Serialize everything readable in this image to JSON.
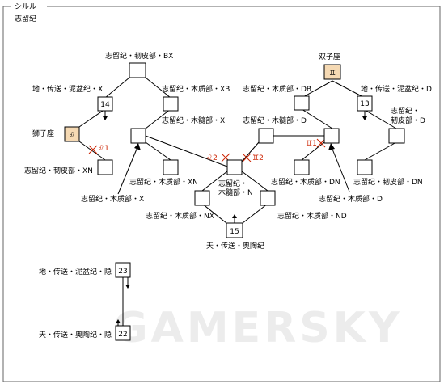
{
  "header": {
    "group_title": "シルル",
    "map_title": "志留纪"
  },
  "nodes": {
    "n14": "14",
    "n13": "13",
    "n15": "15",
    "n23": "23",
    "n22": "22",
    "leo_symbol": "♌",
    "gemini_symbol": "♊"
  },
  "labels": {
    "bx": "志留纪・韧皮部・BX",
    "leftX": "地・传送・泥盆纪・X",
    "xb": "志留纪・木质部・XB",
    "leo": "狮子座",
    "midX": "志留纪・木髓部・X",
    "xn": "志留纪・韧皮部・XN",
    "arrowX": "志留纪・木质部・X",
    "xnBottom": "志留纪・木质部・XN",
    "centerN1": "志留纪・",
    "centerN2": "木髓部・N",
    "nx": "志留纪・木质部・NX",
    "nd": "志留纪・木质部・ND",
    "skyOrd": "天・传送・奥陶纪",
    "gemini": "双子座",
    "db": "志留纪・木质部・DB",
    "rightD": "地・传送・泥盆纪・D",
    "rightRenD1": "志留纪・",
    "rightRenD2": "韧皮部・D",
    "midD": "志留纪・木髓部・D",
    "dn": "志留纪・木质部・DN",
    "renDN": "志留纪・韧皮部・DN",
    "arrowD": "志留纪・木质部・D",
    "bottom23": "地・传送・泥盆纪・隐",
    "bottom22": "天・传送・奥陶纪・隐",
    "red_leo1": "♌1",
    "red_leo2": "♌2",
    "red_gem2": "♊2",
    "red_gem1": "♊1",
    "watermark": "GAMERSKY"
  }
}
